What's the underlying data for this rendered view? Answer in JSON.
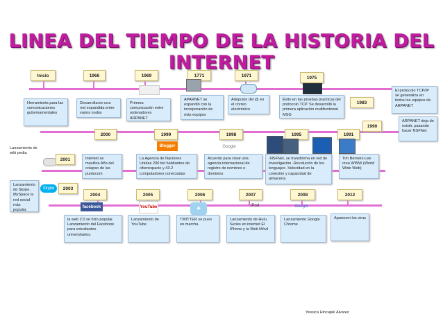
{
  "title": "LINEA DEL TIEMPO DE LA HISTORIA DEL INTERNET",
  "author": "Yessica Hincapié Álvarez",
  "years": {
    "inicio": "Inicio",
    "y1966": "1966",
    "y1969": "1969",
    "y1771": "1771",
    "y1971": "1971",
    "y1975": "1975",
    "y1983": "1983",
    "y1990": "1990",
    "y2000": "2000",
    "y1999": "1999",
    "y1998": "1998",
    "y1995": "1995",
    "y1991": "1991",
    "y2001": "2001",
    "y2003": "2003",
    "y2004": "2004",
    "y2005": "2005",
    "y2006": "2006",
    "y2007": "2007",
    "y2008": "2008",
    "y2012": "2012"
  },
  "events": {
    "inicio": "Herramienta para las comunicaciones gubernamentales",
    "e1966": "Desarrollaron una red expandida entre varios nodos",
    "e1969": "Primera comunicación entre ordenadores ARPANET",
    "e1771": "APARNET se expandió con la incorporación de más equipos",
    "e1971": "Adopción del @ en el correo electrónico",
    "e1975": "Éxito en las pruebas practicas del protocolo TCP. Se desarrolló la primera aplicación multifuntional MSG",
    "e1983": "El protocolo TCP/IP se generaliza en todos los equipos de ARPANET",
    "e1990": "ARPANET deja de existir, pasando hacer NSFNet",
    "e2001": "Lanzamiento de wiki pedia",
    "e2000": "Internet se masifica Año del colapso de las puntocom",
    "e1999": "La Agencia de Naciones Unidas 200 tiel habitantes de ciberespacio y 43.2 computadores conectadas",
    "e1998": "Acuerdo para crear una agencia internacional de registro de nombres o dominios",
    "e1995": "-NSFNet, se transforma en red de investigación -Revolución de los lenguajes -Velocidad en la conexión y capacidad de almacena",
    "e1991": "Tim Berners-Lee crea WWW (World Wide Web)",
    "e2003": "Lanzamiento de Skype. MySpace la red social más popular.",
    "e2004": "la web 2.0 se hizo popular. Lanzamiento del Facebook para estudiantes universitarios.",
    "e2005": "Lanzamiento de YouTube",
    "e2006": "TWITTER se puso en marcha",
    "e2007": "Lanzamiento de Hulu. Series en internet El iPhone y la Web Móvil",
    "e2008": "Lanzamiento Google Chrome",
    "e2012": "Aparecen los virus"
  },
  "logos": {
    "blogger": "Blogger",
    "facebook": "facebook",
    "youtube": "YouTube",
    "skype": "Skype",
    "google": "Google",
    "ipod": "iPod"
  },
  "colors": {
    "line": "#e26ed4",
    "title": "#c11b9f",
    "year_box": "#fff7d2",
    "event_box": "#d9ecfb"
  }
}
